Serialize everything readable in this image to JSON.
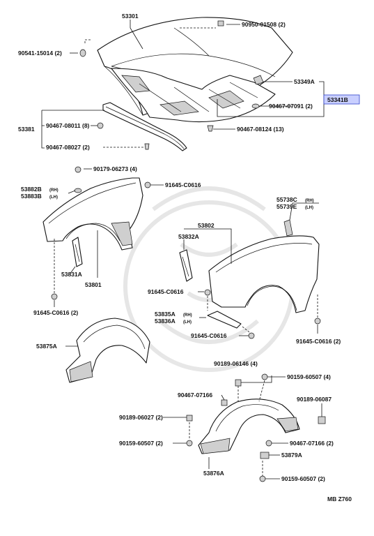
{
  "labels": {
    "hood": "53301",
    "hood_clip_top": "90950-01508 (2)",
    "hood_cushion": "90541-15014 (2)",
    "hood_lock_bracket": "53349A",
    "hood_insulator": "53341B",
    "insulator_clip": "90467-07091 (2)",
    "insulator_retainer": "90467-08124 (13)",
    "seal_group": "53381",
    "seal_clip_1": "90467-08011 (8)",
    "seal_clip_2": "90467-08027 (2)",
    "nut_top": "90179-06273 (4)",
    "rh_fender_bracket_rh": "53882B",
    "rh_fender_bracket_lh": "53883B",
    "rh_tag": "(RH)",
    "lh_tag": "(LH)",
    "screw_top": "91645-C0616",
    "fender_panel": "53802",
    "fender_bracket": "53832A",
    "fender_bracket_lower": "53831A",
    "fender_left": "53801",
    "screw_mid": "91645-C0616",
    "screw_left": "91645-C0616 (2)",
    "molding_rh": "55738C",
    "molding_lh": "55739E",
    "splash_rh": "53835A",
    "splash_lh": "53836A",
    "screw_lower": "91645-C0616",
    "screw_right": "91645-C0616 (2)",
    "liner_left": "53875A",
    "clip_a": "90189-06146 (4)",
    "screw_b": "90159-60507 (4)",
    "clip_c": "90467-07166",
    "clip_d": "90189-06087",
    "clip_e": "90189-06027 (2)",
    "screw_f": "90159-60507 (2)",
    "clip_g": "90467-07166 (2)",
    "liner_right_a": "53879A",
    "liner_right": "53876A",
    "screw_h": "90159-60507 (2)",
    "footer_code": "MB  Z760"
  }
}
